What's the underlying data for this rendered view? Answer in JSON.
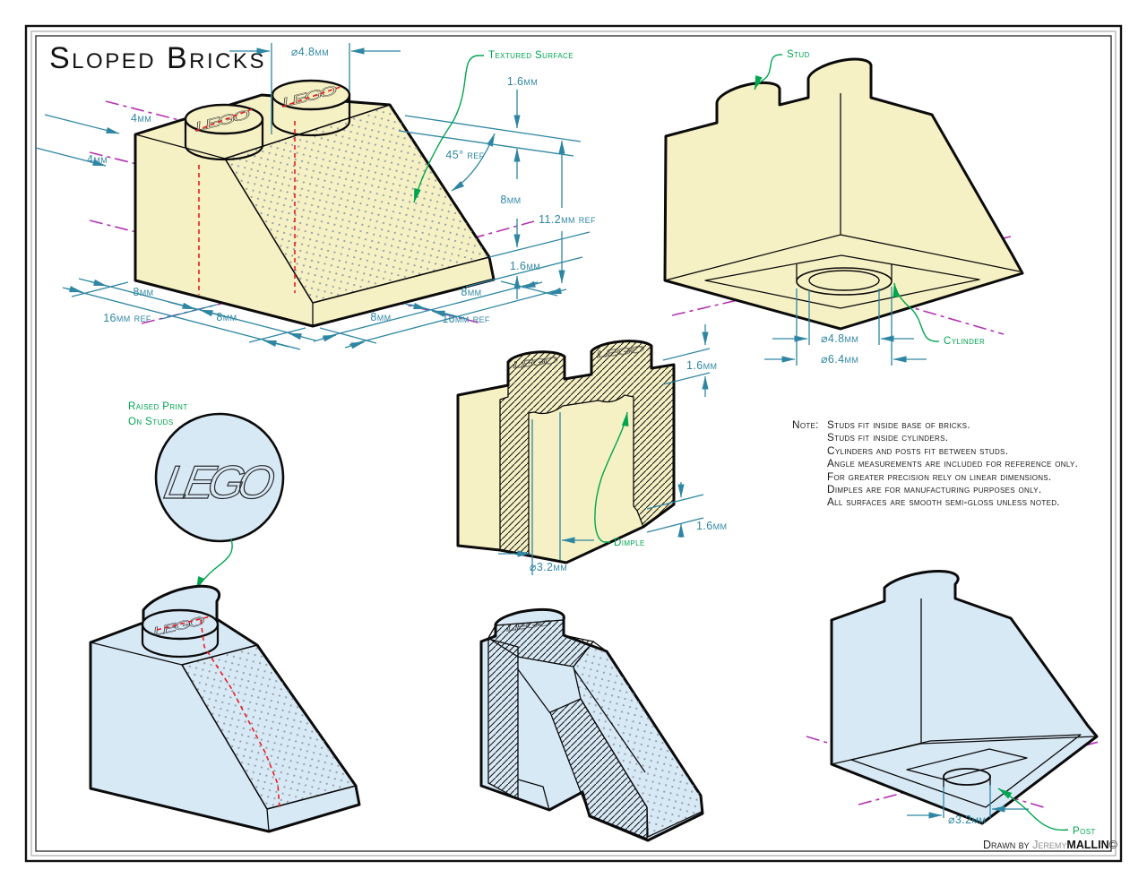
{
  "title": "Sloped Bricks",
  "colors": {
    "brick_cream": "#f6f1c4",
    "brick_blue": "#d8e9f6",
    "dimension_teal": "#2e86a2",
    "callout_green": "#00a550",
    "centerline_magenta": "#b332b3",
    "hidden_red": "#ea1c24",
    "outline_black": "#0b0b0b"
  },
  "brick1": {
    "callouts": {
      "textured": "Textured Surface"
    },
    "dims": {
      "phi48": "⌀4.8mm",
      "d4_top": "4mm",
      "d4_bot": "4mm",
      "lip_top": "1.6mm",
      "angle": "45° ref",
      "rise": "8mm",
      "total": "11.2mm ref",
      "lip_bot": "1.6mm",
      "bl8": "8mm",
      "bl16": "16mm ref",
      "bl8b": "8mm",
      "br8b": "8mm",
      "br8": "8mm",
      "br16": "16mm ref"
    }
  },
  "brick2": {
    "callouts": {
      "stud": "Stud",
      "cylinder": "Cylinder"
    },
    "dims": {
      "phi48": "⌀4.8mm",
      "phi64": "⌀6.4mm"
    }
  },
  "section": {
    "callouts": {
      "dimple": "Dimple"
    },
    "dims": {
      "stud_h": "1.6mm",
      "wall": "1.6mm",
      "phi32": "⌀3.2mm"
    }
  },
  "print_detail": {
    "line1": "Raised Print",
    "line2": "On Studs",
    "logo": "LEGO"
  },
  "note": {
    "label": "Note:",
    "lines": [
      "Studs fit inside base of bricks.",
      "Studs fit inside cylinders.",
      "Cylinders and posts fit between studs.",
      "Angle measurements are included for reference only.",
      "For greater precision rely on linear dimensions.",
      "Dimples are for manufacturing purposes only.",
      "All surfaces are smooth semi-gloss unless noted."
    ]
  },
  "post_detail": {
    "dims": {
      "phi32": "⌀3.2mm"
    },
    "callouts": {
      "post": "Post"
    }
  },
  "attribution": {
    "prefix": "Drawn by ",
    "first": "Jeremy",
    "last": "MALLIN",
    "mark": "©"
  }
}
